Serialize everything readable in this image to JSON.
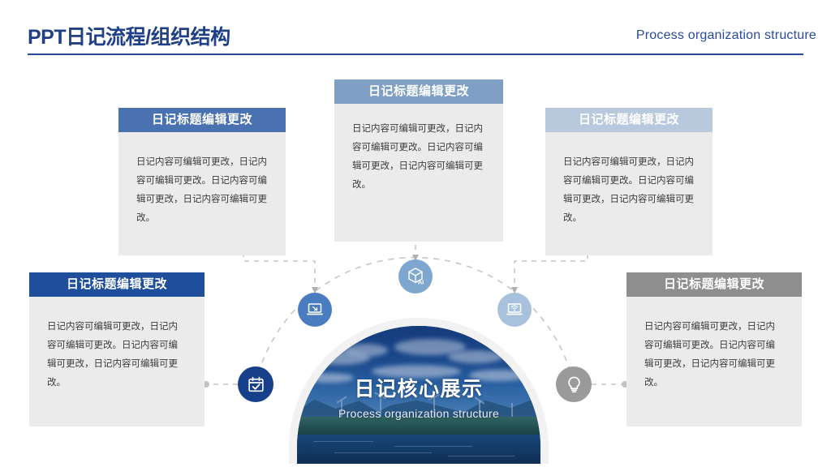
{
  "header": {
    "title": "PPT日记流程/组织结构",
    "subtitle": "Process organization structure",
    "accent_color": "#1f3f86",
    "rule_color": "#2a4a9c"
  },
  "center": {
    "title": "日记核心展示",
    "subtitle": "Process organization structure",
    "image_description": "landscape-with-sky-mountains-wind-turbines-and-water-reflection"
  },
  "body_text": "日记内容可编辑可更改，日记内容可编辑可更改。日记内容可编辑可更改，日记内容可编辑可更改。",
  "cards": [
    {
      "id": "top-left",
      "title": "日记标题编辑更改",
      "body": "日记内容可编辑可更改，日记内容可编辑可更改。日记内容可编辑可更改，日记内容可编辑可更改。",
      "header_color": "#4a72b0",
      "body_color": "#ebebeb"
    },
    {
      "id": "top-center",
      "title": "日记标题编辑更改",
      "body": "日记内容可编辑可更改，日记内容可编辑可更改。日记内容可编辑可更改，日记内容可编辑可更改。",
      "header_color": "#7f9fc4",
      "body_color": "#ebebeb"
    },
    {
      "id": "top-right",
      "title": "日记标题编辑更改",
      "body": "日记内容可编辑可更改，日记内容可编辑可更改。日记内容可编辑可更改，日记内容可编辑可更改。",
      "header_color": "#b8c8dd",
      "body_color": "#ebebeb"
    },
    {
      "id": "bottom-left",
      "title": "日记标题编辑更改",
      "body": "日记内容可编辑可更改，日记内容可编辑可更改。日记内容可编辑可更改，日记内容可编辑可更改。",
      "header_color": "#1f4e9c",
      "body_color": "#ebebeb"
    },
    {
      "id": "bottom-right",
      "title": "日记标题编辑更改",
      "body": "日记内容可编辑可更改，日记内容可编辑可更改。日记内容可编辑可更改，日记内容可编辑可更改。",
      "header_color": "#8e8e8e",
      "body_color": "#ebebeb"
    }
  ],
  "nodes": [
    {
      "id": "ai",
      "icon": "cube-ai-icon",
      "color": "#7da7ce",
      "label": "AI"
    },
    {
      "id": "left",
      "icon": "laptop-icon",
      "color": "#4a7dc0"
    },
    {
      "id": "right",
      "icon": "laptop-wifi-icon",
      "color": "#a8c2de"
    },
    {
      "id": "calendar",
      "icon": "calendar-check-icon",
      "color": "#17408a"
    },
    {
      "id": "bulb",
      "icon": "lightbulb-icon",
      "color": "#9a9a9a"
    }
  ],
  "connector_color": "#c6c6c6"
}
